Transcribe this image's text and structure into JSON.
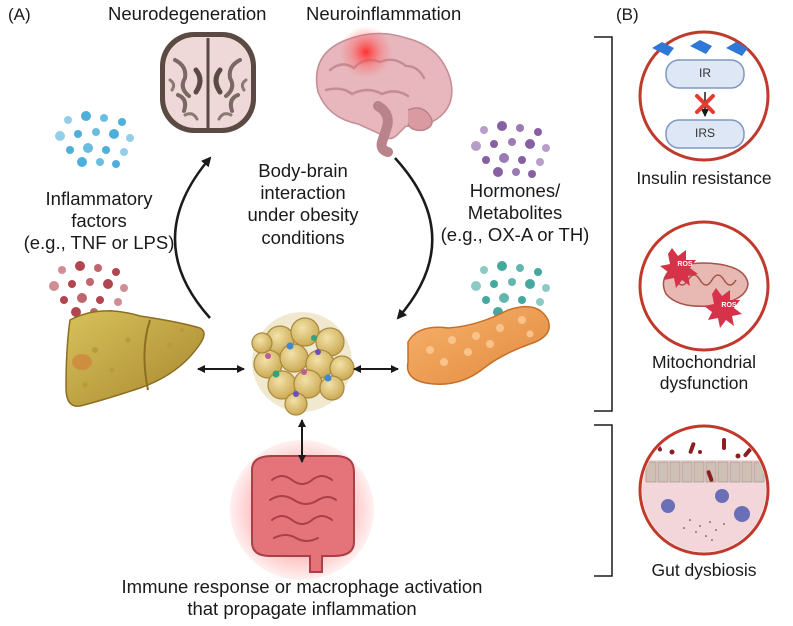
{
  "panel_a": {
    "label": "(A)",
    "neurodegeneration": "Neurodegeneration",
    "neuroinflammation": "Neuroinflammation",
    "center_lines": [
      "Body-brain",
      "interaction",
      "under obesity",
      "conditions"
    ],
    "inflammatory_lines": [
      "Inflammatory",
      "factors",
      "(e.g., TNF or LPS)"
    ],
    "hormones_lines": [
      "Hormones/",
      "Metabolites",
      "(e.g., OX-A or TH)"
    ],
    "bottom_lines": [
      "Immune response or macrophage activation",
      "that propagate inflammation"
    ]
  },
  "panel_b": {
    "label": "(B)",
    "insulin": {
      "ir_label": "IR",
      "irs_label": "IRS",
      "caption": "Insulin resistance"
    },
    "mito": {
      "ros_label_1": "ROS",
      "ros_label_2": "ROS",
      "caption_lines": [
        "Mitochondrial",
        "dysfunction"
      ]
    },
    "gut": {
      "caption": "Gut dysbiosis"
    }
  },
  "colors": {
    "circle_border": "#c0392b",
    "ros_red": "#d6334a",
    "receptor_blue": "#2f78d6",
    "inflammation_glow": "#ff3b3b",
    "blue_dots": "#3aa7d6",
    "red_dots": "#a8323d",
    "purple_dots": "#7a4f9a",
    "teal_dots": "#2f9e93"
  }
}
